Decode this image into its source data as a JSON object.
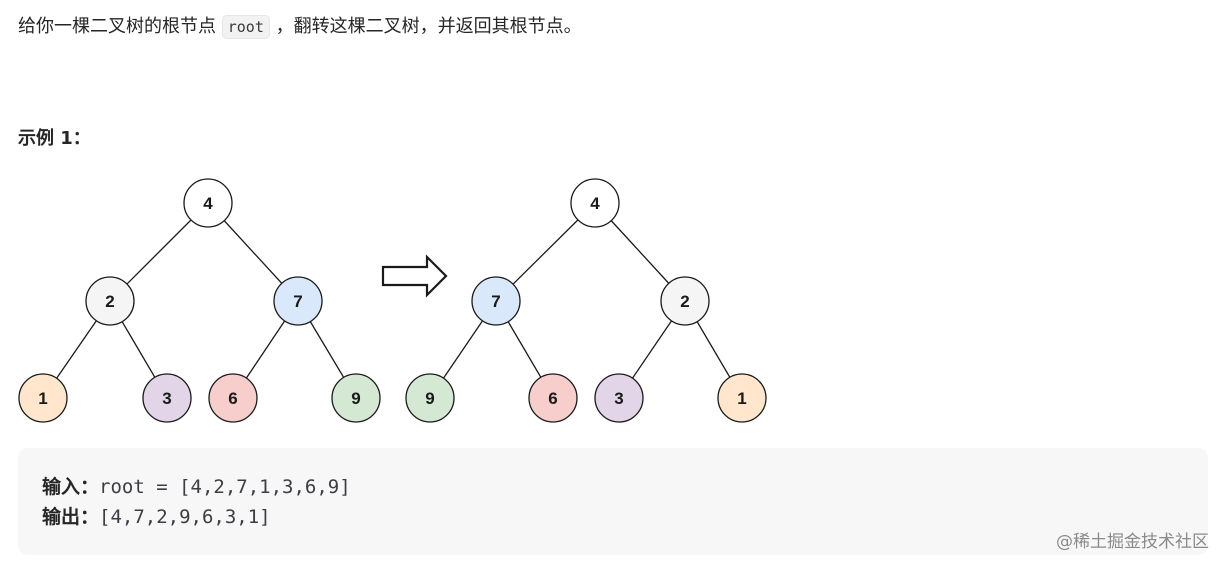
{
  "description": {
    "prefix": "给你一棵二叉树的根节点",
    "code": "root",
    "suffix": "，翻转这棵二叉树，并返回其根节点。"
  },
  "example": {
    "title": "示例 1："
  },
  "diagram": {
    "before": {
      "nodes": [
        {
          "id": "n4",
          "label": "4",
          "color": "#ffffff"
        },
        {
          "id": "n2",
          "label": "2",
          "color": "#f5f5f5"
        },
        {
          "id": "n7",
          "label": "7",
          "color": "#dae8fc"
        },
        {
          "id": "n1",
          "label": "1",
          "color": "#ffe6cc"
        },
        {
          "id": "n3",
          "label": "3",
          "color": "#e1d5e7"
        },
        {
          "id": "n6",
          "label": "6",
          "color": "#f8cecc"
        },
        {
          "id": "n9",
          "label": "9",
          "color": "#d5e8d4"
        }
      ]
    },
    "after": {
      "nodes": [
        {
          "id": "m4",
          "label": "4",
          "color": "#ffffff"
        },
        {
          "id": "m7",
          "label": "7",
          "color": "#dae8fc"
        },
        {
          "id": "m2",
          "label": "2",
          "color": "#f5f5f5"
        },
        {
          "id": "m9",
          "label": "9",
          "color": "#d5e8d4"
        },
        {
          "id": "m6",
          "label": "6",
          "color": "#f8cecc"
        },
        {
          "id": "m3",
          "label": "3",
          "color": "#e1d5e7"
        },
        {
          "id": "m1",
          "label": "1",
          "color": "#ffe6cc"
        }
      ]
    }
  },
  "io": {
    "input_label": "输入：",
    "input_value": "root = [4,2,7,1,3,6,9]",
    "output_label": "输出：",
    "output_value": "[4,7,2,9,6,3,1]"
  },
  "watermark": "@稀土掘金技术社区"
}
